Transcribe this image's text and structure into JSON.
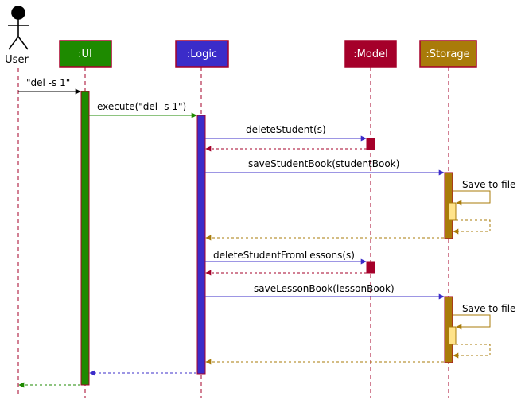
{
  "actor": {
    "label": "User"
  },
  "participants": [
    {
      "id": "ui",
      "label": ":UI",
      "fill": "#1e8a00",
      "text_color": "#ffffff"
    },
    {
      "id": "logic",
      "label": ":Logic",
      "fill": "#3b2cc9",
      "text_color": "#ffffff"
    },
    {
      "id": "model",
      "label": ":Model",
      "fill": "#a5002a",
      "text_color": "#ffffff"
    },
    {
      "id": "storage",
      "label": ":Storage",
      "fill": "#a97b09",
      "text_color": "#ffffff"
    }
  ],
  "messages": [
    {
      "id": "msg-del-command",
      "label": "\"del -s 1\"",
      "color": "#000000"
    },
    {
      "id": "msg-execute",
      "label": "execute(\"del -s 1\")",
      "color": "#1e8a00"
    },
    {
      "id": "msg-delete-student",
      "label": "deleteStudent(s)",
      "color": "#3b2cc9"
    },
    {
      "id": "msg-save-student-book",
      "label": "saveStudentBook(studentBook)",
      "color": "#3b2cc9"
    },
    {
      "id": "msg-save-to-file-1",
      "label": "Save to file",
      "color": "#a97b09"
    },
    {
      "id": "msg-delete-student-from-lessons",
      "label": "deleteStudentFromLessons(s)",
      "color": "#3b2cc9"
    },
    {
      "id": "msg-save-lesson-book",
      "label": "saveLessonBook(lessonBook)",
      "color": "#3b2cc9"
    },
    {
      "id": "msg-save-to-file-2",
      "label": "Save to file",
      "color": "#a97b09"
    }
  ],
  "colors": {
    "lifeline": "#a5002a",
    "self_activation": "#ffe38a",
    "box_border": "#a5002a"
  }
}
